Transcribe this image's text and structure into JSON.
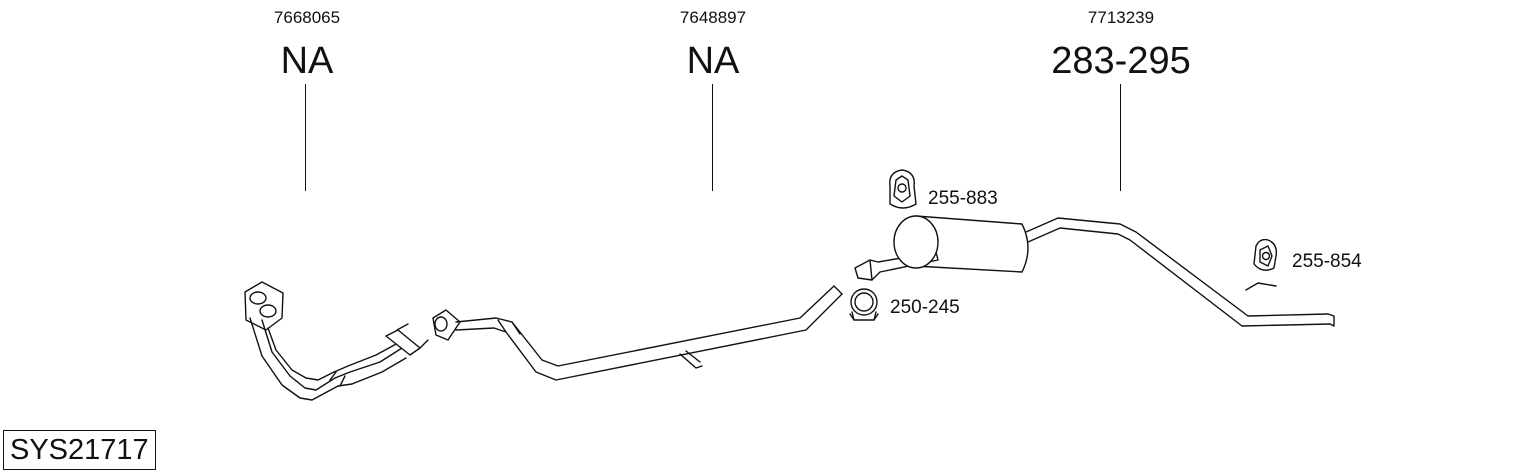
{
  "columns": [
    {
      "ref": "7668065",
      "code": "NA"
    },
    {
      "ref": "7648897",
      "code": "NA"
    },
    {
      "ref": "7713239",
      "code": "283-295"
    }
  ],
  "parts": {
    "hanger_upper": "255-883",
    "clamp": "250-245",
    "hanger_rear": "255-854"
  },
  "system_id": "SYS21717"
}
